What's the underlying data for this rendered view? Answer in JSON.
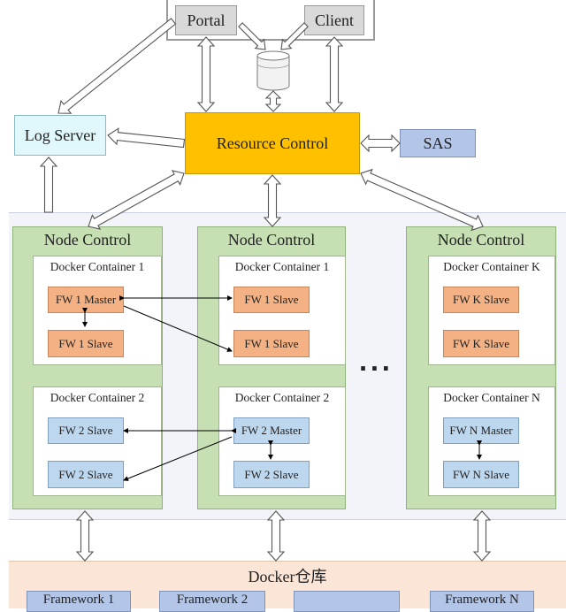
{
  "top": {
    "portal_label": "Portal",
    "client_label": "Client",
    "log_server_label": "Log Server",
    "resource_control_label": "Resource Control",
    "sas_label": "SAS"
  },
  "node_controls": [
    {
      "title": "Node Control",
      "containers": [
        {
          "title": "Docker Container 1",
          "items": [
            "FW 1 Master",
            "FW 1 Slave"
          ],
          "color": "orange"
        },
        {
          "title": "Docker Container 2",
          "items": [
            "FW 2 Slave",
            "FW 2 Slave"
          ],
          "color": "blue"
        }
      ]
    },
    {
      "title": "Node Control",
      "containers": [
        {
          "title": "Docker Container 1",
          "items": [
            "FW 1 Slave",
            "FW 1 Slave"
          ],
          "color": "orange"
        },
        {
          "title": "Docker Container 2",
          "items": [
            "FW 2 Master",
            "FW 2 Slave"
          ],
          "color": "blue"
        }
      ]
    },
    {
      "title": "Node Control",
      "containers": [
        {
          "title": "Docker Container K",
          "items": [
            "FW K Slave",
            "FW K Slave"
          ],
          "color": "orange"
        },
        {
          "title": "Docker Container N",
          "items": [
            "FW N Master",
            "FW N Slave"
          ],
          "color": "blue"
        }
      ]
    }
  ],
  "ellipsis": "...",
  "docker_repo": {
    "title": "Docker仓库",
    "frameworks": [
      "Framework 1",
      "Framework 2",
      "",
      "Framework N"
    ]
  },
  "colors": {
    "orange": "#f4b183",
    "blue": "#bdd7ee",
    "node_green": "#c6e0b4",
    "resource_yellow": "#ffc000",
    "sas_blue": "#b4c6e7",
    "log_cyan": "#e0f7fb"
  }
}
